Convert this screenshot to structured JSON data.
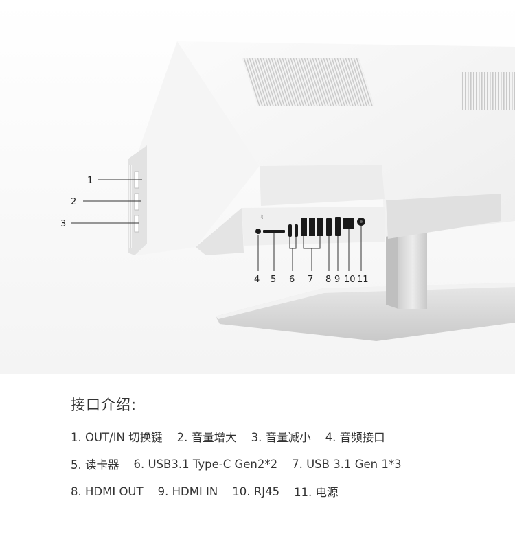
{
  "callouts": {
    "side": [
      "1",
      "2",
      "3"
    ],
    "bottom": [
      "4",
      "5",
      "6",
      "7",
      "8",
      "9",
      "10",
      "11"
    ]
  },
  "legend": {
    "title": "接口介绍:",
    "rows": [
      [
        "1. OUT/IN 切换键",
        "2. 音量增大",
        "3. 音量减小",
        "4. 音频接口"
      ],
      [
        "5. 读卡器",
        "6. USB3.1 Type-C Gen2*2",
        "7. USB 3.1 Gen 1*3"
      ],
      [
        "8. HDMI OUT",
        "9. HDMI IN",
        "10. RJ45",
        "11. 电源"
      ]
    ]
  },
  "colors": {
    "body_white": "#f7f7f7",
    "shadow_gray": "#e6e6e6",
    "stand_silver": "#d9d9d9",
    "port_black": "#1a1a1a"
  }
}
